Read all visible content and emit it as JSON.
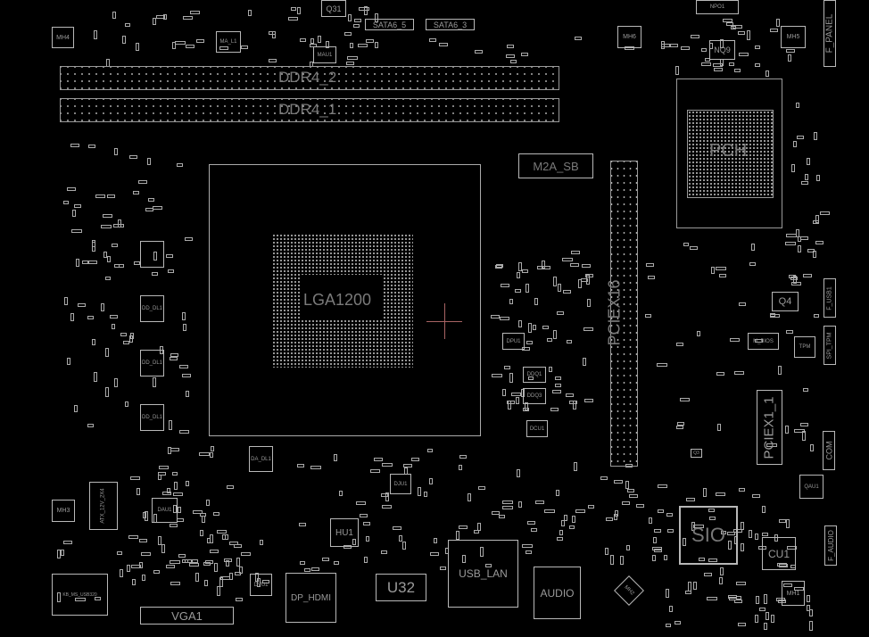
{
  "board": {
    "components": {
      "mh4": "MH4",
      "q31": "Q31",
      "sata6_5": "SATA6_5",
      "sata6_3": "SATA6_3",
      "ma_l1": "MA_L1",
      "mau1": "MAU1",
      "ddr4_2": "DDR4_2",
      "ddr4_1": "DDR4_1",
      "npo1": "NPO1",
      "mh6": "MH6",
      "nq9": "NQ9",
      "mh5": "MH5",
      "f_panel": "F_PANEL",
      "pch": "PCH",
      "m2a_sb": "M2A_SB",
      "pciex16": "PCIEX16",
      "lga1200": "LGA1200",
      "dd_dl1_a": "DD_DL1",
      "dd_dl1_b": "DD_DL1",
      "dd_dl1_c": "DD_DL1",
      "dpu1": "DPU1",
      "ddq1": "DDQ1",
      "ddq3": "DDQ3",
      "dcu1": "DCU1",
      "q4": "Q4",
      "f_usb1": "F_USB1",
      "m_bios": "M_BIOS",
      "tpm": "TPM",
      "spi_tpm": "SPI_TPM",
      "pciex1_1": "PCIEX1_1",
      "com": "COM",
      "qau1": "QAU1",
      "sio": "SIO",
      "cu1": "CU1",
      "f_audio": "F_AUDIO",
      "mh1": "MH1",
      "mh2": "MH2",
      "audio": "AUDIO",
      "usb_lan": "USB_LAN",
      "u32": "U32",
      "dp_hdmi": "DP_HDMI",
      "vga1": "VGA1",
      "hu1": "HU1",
      "dvu1": "DVU1",
      "dau1": "DAU1",
      "da_dl1": "DA_DL1",
      "atx_12v": "ATX_12V_2X4",
      "mh3": "MH3",
      "kb_ms_usb": "KB_MS_USB320",
      "dju1": "DJU1",
      "q3": "Q3"
    },
    "colors": {
      "background": "#000000",
      "outline": "#b8b8b8",
      "label": "#7a7a7a",
      "cursor": "#a86464"
    }
  }
}
